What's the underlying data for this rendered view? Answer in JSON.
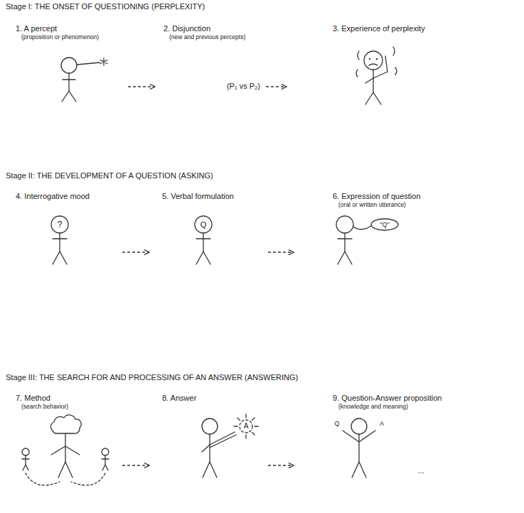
{
  "diagram": {
    "nodes": [
      {
        "text": [
          "1. A percept",
          "(proposition or phenomenon)"
        ]
      },
      {
        "text": [
          "2. Disjunction",
          "(new and previous percepts)",
          "(P₁ vs P₂)"
        ]
      },
      {
        "text": [
          "3. Experience of perplexity"
        ]
      },
      {
        "text": [
          "4. Interrogative mood"
        ]
      },
      {
        "text": [
          "5. Verbal formulation"
        ]
      },
      {
        "text": [
          "6. Expression of question",
          "(oral or written utterance)"
        ]
      },
      {
        "text": [
          "7. Method",
          "(search behavior)"
        ]
      },
      {
        "text": [
          "8. Answer"
        ]
      },
      {
        "text": [
          "9. Question-Answer proposition",
          "(knowledge and meaning)"
        ]
      }
    ],
    "edges": [
      {
        "from": 0,
        "to": 1,
        "arrow": "to"
      },
      {
        "from": 1,
        "to": 2,
        "arrow": "to"
      },
      {
        "from": 3,
        "to": 4,
        "arrow": "to"
      },
      {
        "from": 4,
        "to": 5,
        "arrow": "to"
      },
      {
        "from": 6,
        "to": 7,
        "arrow": "to"
      },
      {
        "from": 7,
        "to": 8,
        "arrow": "to"
      }
    ],
    "labels": [
      "Stage I: THE ONSET OF QUESTIONING (PERPLEXITY)",
      "Stage II: THE DEVELOPMENT OF A QUESTION (ASKING)",
      "Stage III: THE SEARCH FOR AND PROCESSING OF AN ANSWER (ANSWERING)",
      "?",
      "Q",
      "\"Q\"",
      "A",
      "Q",
      "A",
      "..."
    ]
  }
}
